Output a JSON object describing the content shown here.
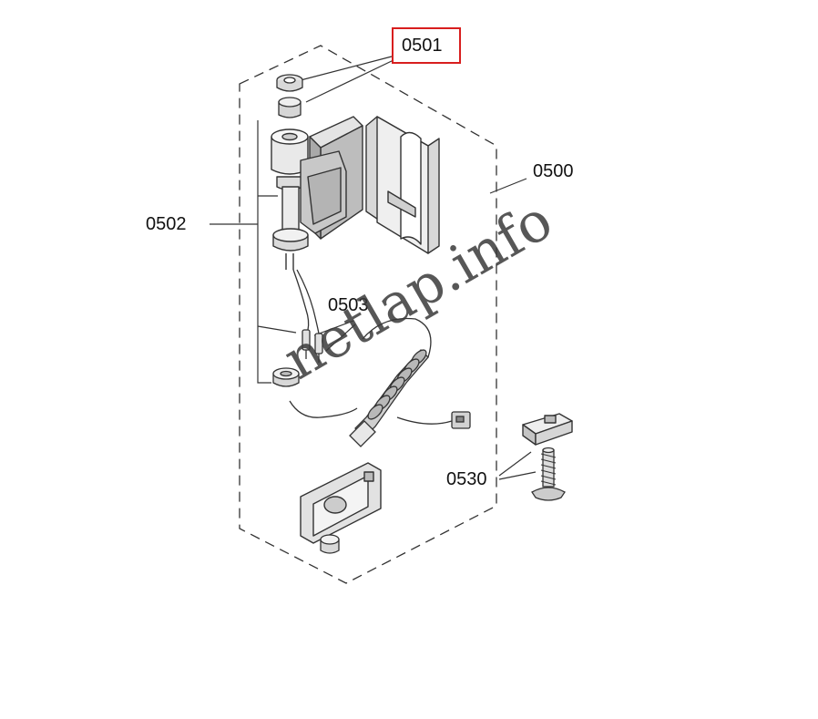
{
  "labels": {
    "p0501": "0501",
    "p0500": "0500",
    "p0502": "0502",
    "p0503": "0503",
    "p0530": "0530"
  },
  "watermark": "netlap.info",
  "colors": {
    "line": "#333333",
    "highlight": "#d81e1e",
    "shade": "#cfcfcf",
    "text": "#111111"
  }
}
